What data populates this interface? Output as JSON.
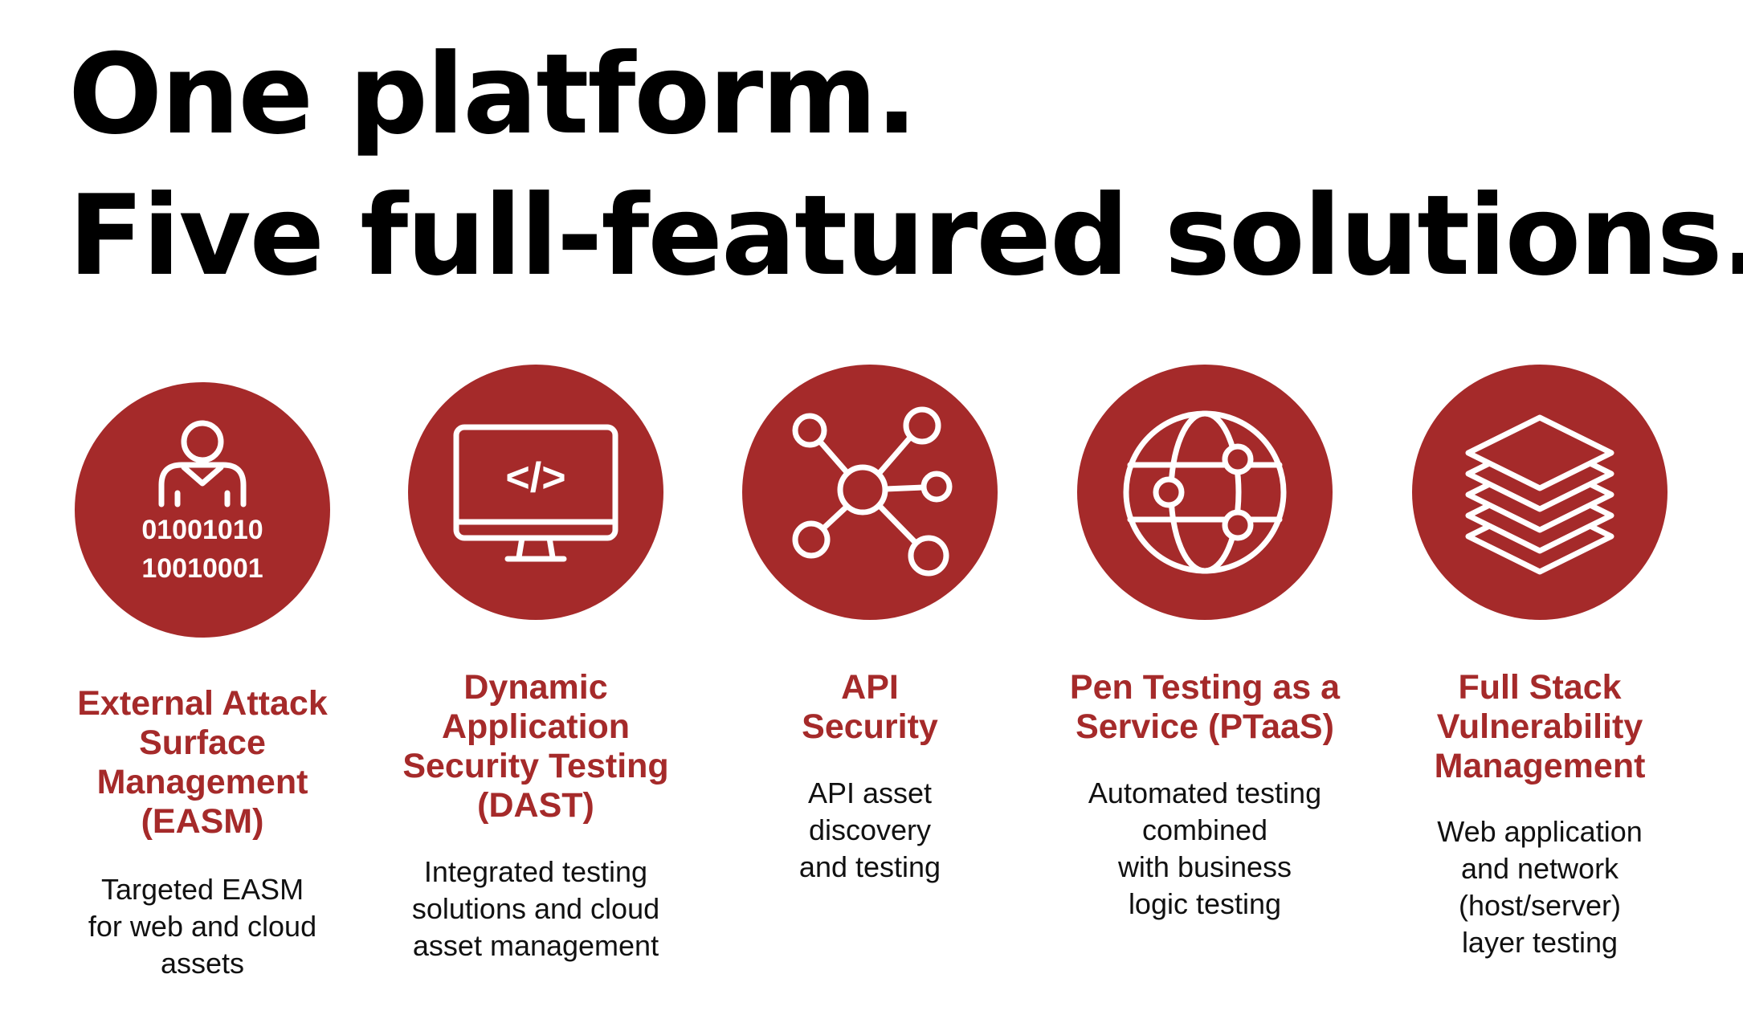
{
  "headline": {
    "line1": "One platform.",
    "line2": "Five full-featured solutions."
  },
  "colors": {
    "accent": "#a52a2a",
    "text": "#000000",
    "background": "#ffffff"
  },
  "features": [
    {
      "icon": "user-binary-icon",
      "binary": [
        "01001010",
        "10010001"
      ],
      "title": [
        "External Attack",
        "Surface",
        "Management",
        "(EASM)"
      ],
      "description": [
        "Targeted EASM",
        "for web and cloud",
        "assets"
      ]
    },
    {
      "icon": "monitor-code-icon",
      "code_symbol": "</>",
      "title": [
        "Dynamic",
        "Application",
        "Security Testing",
        "(DAST)"
      ],
      "description": [
        "Integrated testing",
        "solutions and cloud",
        "asset management"
      ]
    },
    {
      "icon": "network-hub-icon",
      "title": [
        "API",
        "Security"
      ],
      "description": [
        "API asset",
        "discovery",
        "and testing"
      ]
    },
    {
      "icon": "globe-nodes-icon",
      "title": [
        "Pen Testing as a",
        "Service (PTaaS)"
      ],
      "description": [
        "Automated testing",
        "combined",
        "with business",
        "logic testing"
      ]
    },
    {
      "icon": "stacked-layers-icon",
      "title": [
        "Full Stack",
        "Vulnerability",
        "Management"
      ],
      "description": [
        "Web application",
        "and network",
        "(host/server)",
        "layer testing"
      ]
    }
  ]
}
